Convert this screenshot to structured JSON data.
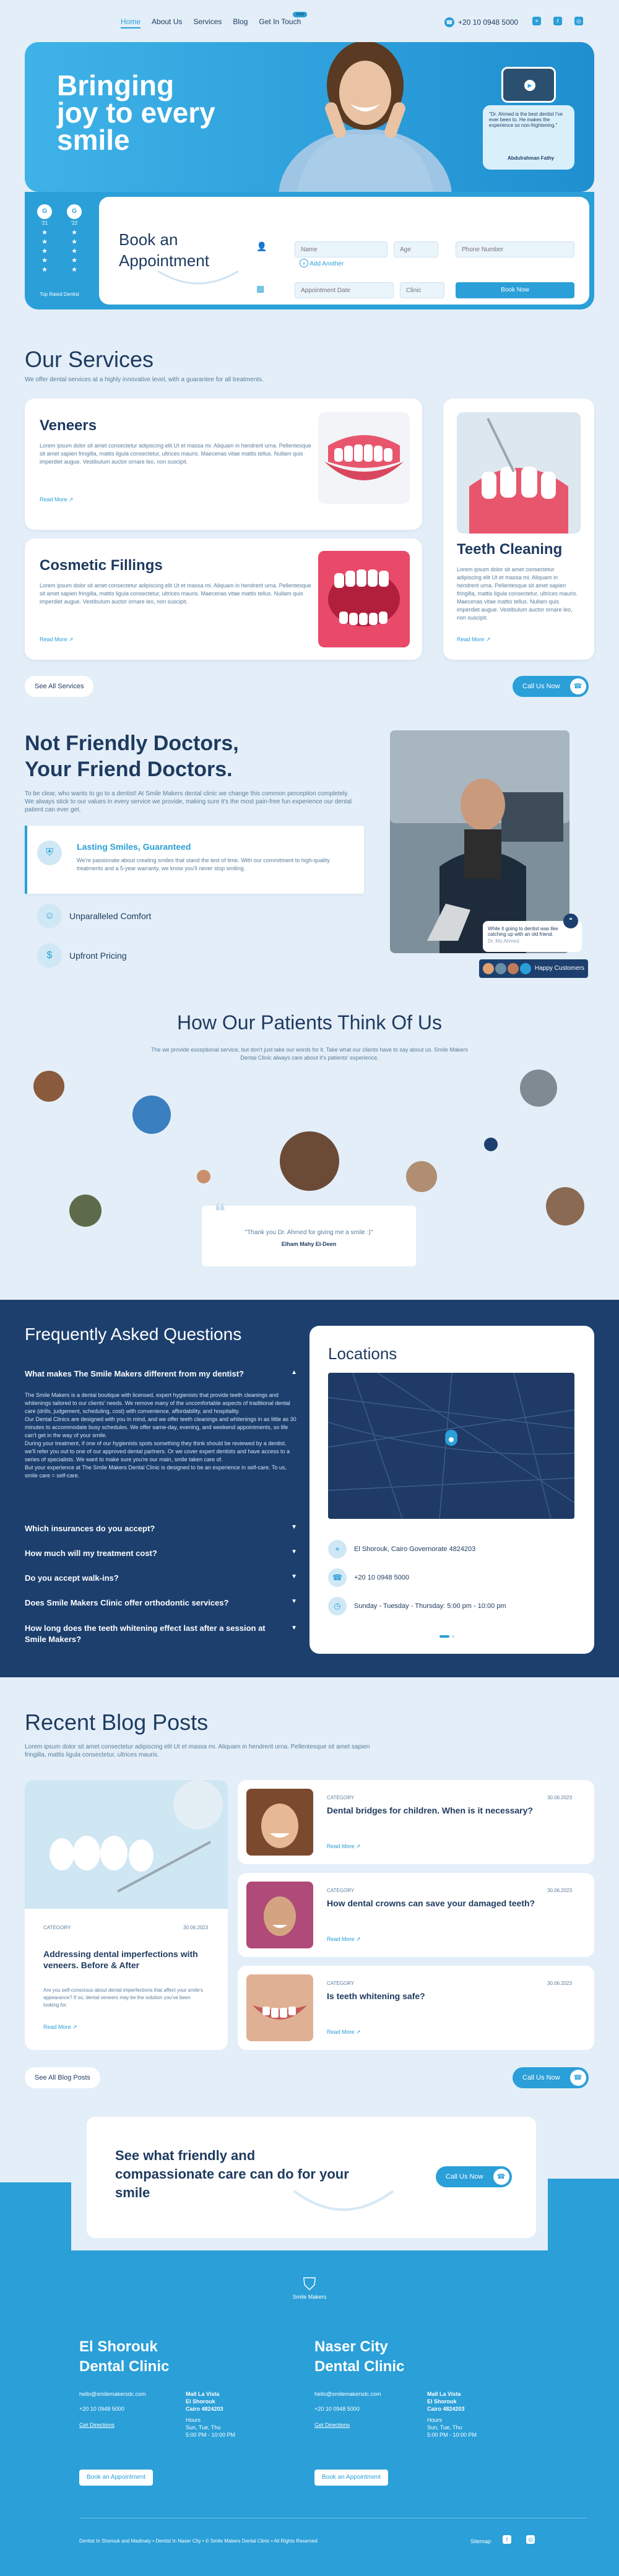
{
  "nav": {
    "links": [
      "Home",
      "About Us",
      "Services",
      "Blog",
      "Get In Touch"
    ],
    "badge": "new",
    "phone": "+20 10 0948 5000"
  },
  "hero": {
    "title_line1": "Bringing",
    "title_line2": "joy to every",
    "title_line3": "smile",
    "quote": "\"Dr. Ahmed is the best dentist I've ever been to. He makes the experience so non-frightening.\"",
    "quote_author": "Abdulrahman Fathy"
  },
  "awards": {
    "a1": "G",
    "a2": "G",
    "label": "Top Rated Dentist",
    "years": [
      "'21",
      "'22"
    ]
  },
  "booking": {
    "title": "Book an Appointment",
    "name_ph": "Name",
    "age_ph": "Age",
    "phone_ph": "Phone Number",
    "add_another": "Add Another",
    "date_ph": "Appointment Date",
    "clinic_ph": "Clinic",
    "button": "Book Now"
  },
  "services": {
    "title": "Our Services",
    "subtitle": "We offer dental services at a highly innovative level, with a guarantee for all treatments.",
    "lorem": "Lorem ipsum dolor sit amet consectetur adipiscing elit Ut et massa mi. Aliquam in hendrerit urna. Pellentesque sit amet sapien fringilla, mattis ligula consectetur, ultrices mauris. Maecenas vitae mattis tellus. Nullam quis imperdiet augue. Vestibulum auctor ornare leo, non suscipit.",
    "read_more": "Read More",
    "items": [
      "Veneers",
      "Cosmetic Fillings",
      "Teeth Cleaning"
    ],
    "see_all": "See All Services",
    "call": "Call Us Now"
  },
  "friendly": {
    "title_line1": "Not Friendly Doctors,",
    "title_line2": "Your Friend Doctors.",
    "desc": "To be clear, who wants to go to a dentist! At Smile Makers dental clinic we change this common perception completely. We always stick to our values in every service we provide, making sure it's the most pain-free fun experience our dental patient can ever get.",
    "f1_title": "Lasting Smiles, Guaranteed",
    "f1_desc": "We're passionate about creating smiles that stand the test of time. With our commitment to high-quality treatments and a 5-year warranty, we know you'll never stop smiling.",
    "f2": "Unparalleled Comfort",
    "f3": "Upfront Pricing",
    "review": "While it going to dentist was like catching up with an old friend.",
    "review_author": "Dr. Mo Ahmed",
    "happy": "Happy Customers"
  },
  "patients": {
    "title": "How Our Patients Think Of Us",
    "subtitle": "The we provide exceptional service, but don't just take our words for it. Take what our clients have to say about us. Smile Makers Dental Clinic always care about it's patients' experience.",
    "quote": "\"Thank you Dr. Ahmed for giving me a smile :)\"",
    "author": "Elham Mahy El-Deen"
  },
  "faq": {
    "title": "Frequently Asked Questions",
    "q1": "What makes The Smile Makers different from my dentist?",
    "a1": "The Smile Makers is a dental boutique with licensed, expert hygienists that provide teeth cleanings and whitenings tailored to our clients' needs. We remove many of the uncomfortable aspects of traditional dental care (drills, judgement, scheduling, cost) with convenience, affordability, and hospitality.",
    "a2": "Our Dental Clinics are designed with you in mind, and we offer teeth cleanings and whitenings in as little as 30 minutes to accommodate busy schedules. We offer same-day, evening, and weekend appointments, so life can't get in the way of your smile.",
    "a3": "During your treatment, if one of our hygienists spots something they think should be reviewed by a dentist, we'll refer you out to one of our approved dental partners. Or we cover expert dentists and have access to a series of specialists. We want to make sure you're our main, smile taken care of.",
    "a4": "But your experience at The Smile Makers Dental Clinic is designed to be an experience in self-care. To us, smile care = self-care.",
    "q2": "Which insurances do you accept?",
    "q3": "How much will my treatment cost?",
    "q4": "Do you accept walk-ins?",
    "q5": "Does Smile Makers Clinic offer orthodontic services?",
    "q6": "How long does the teeth whitening effect last after a session at Smile Makers?",
    "loc_title": "Locations",
    "address": "El Shorouk, Cairo Governorate 4824203",
    "loc_phone": "+20 10 0948 5000",
    "hours": "Sunday - Tuesday - Thursday: 5:00 pm - 10:00 pm"
  },
  "blog": {
    "title": "Recent Blog Posts",
    "subtitle": "Lorem ipsum dolor sit amet consectetur adipiscing elit Ut et massa mi. Aliquam in hendrerit urna. Pellentesque sit amet sapien fringilla, mattis ligula consectetur, ultrices mauris.",
    "category": "CATEGORY",
    "date": "30.06.2023",
    "main_title": "Addressing dental imperfections with veneers. Before & After",
    "main_desc": "Are you self-conscious about dental imperfections that affect your smile's appearance? If so, dental veneers may be the solution you've been looking for.",
    "read_more": "Read More",
    "p1": "Dental bridges for children. When is it necessary?",
    "p2": "How dental crowns can save your damaged teeth?",
    "p3": "Is teeth whitening safe?",
    "see_all": "See All Blog Posts",
    "call": "Call Us Now"
  },
  "cta": {
    "text": "See what friendly and compassionate care can do for your smile",
    "button": "Call Us Now"
  },
  "footer": {
    "logo": "Smile Makers",
    "c1_line1": "El Shorouk",
    "c1_line2": "Dental Clinic",
    "c2_line1": "Naser City",
    "c2_line2": "Dental Clinic",
    "email": "hello@smilemakersdc.com",
    "phone": "+20 10 0948 5000",
    "directions": "Get Directions",
    "visit": "Mall La Vista",
    "visit2": "El Shorouk",
    "visit3": "Cairo 4824203",
    "hours_label": "Hours",
    "hours_days": "Sun, Tue, Thu",
    "hours_time": "5:00 PM - 10:00 PM",
    "book": "Book an Appointment",
    "copyright": "Dentist In Shorouk and Madinaty • Dentist In Naser City • © Smile Makers Dental Clinic • All Rights Reserved",
    "sitemap": "Sitemap"
  }
}
